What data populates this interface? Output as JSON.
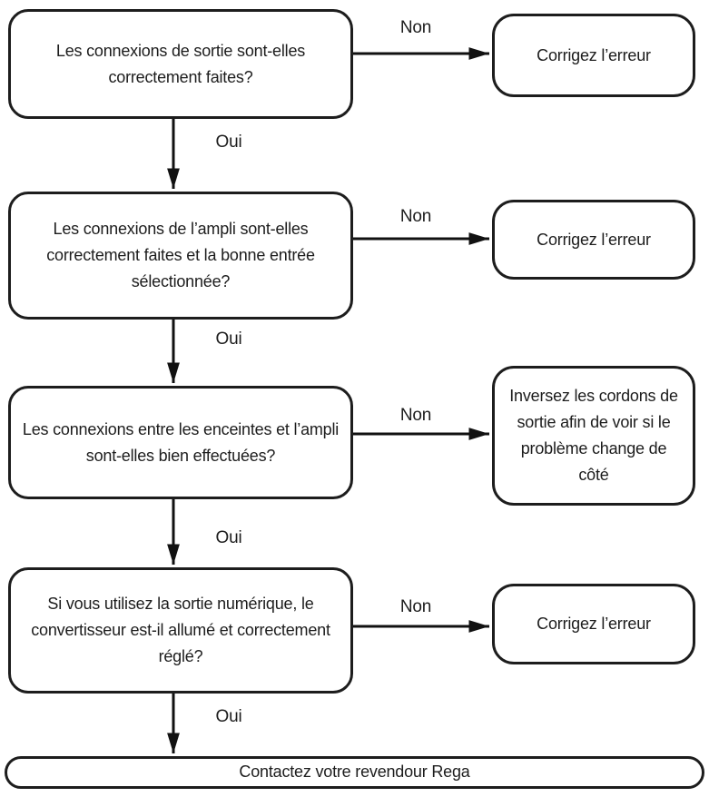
{
  "diagram": {
    "title_hint": "Rega troubleshooting flowchart (French)",
    "decision_nodes": [
      {
        "id": "q1",
        "lines": [
          "Les connexions de sortie sont-elles",
          "correctement faites?"
        ]
      },
      {
        "id": "q2",
        "lines": [
          "Les connexions de l’ampli sont-elles",
          "correctement faites et la bonne entrée",
          "sélectionnée?"
        ]
      },
      {
        "id": "q3",
        "lines": [
          "Les connexions entre les enceintes et l’ampli",
          "sont-elles bien effectuées?"
        ]
      },
      {
        "id": "q4",
        "lines": [
          "Si vous utilisez la sortie numérique, le",
          "convertisseur est-il allumé et correctement",
          "réglé?"
        ]
      }
    ],
    "action_nodes": [
      {
        "id": "a1",
        "lines": [
          "Corrigez l’erreur"
        ]
      },
      {
        "id": "a2",
        "lines": [
          "Corrigez l’erreur"
        ]
      },
      {
        "id": "a3",
        "lines": [
          "Inversez les cordons de",
          "sortie afin de voir si le",
          "problème change de côté"
        ]
      },
      {
        "id": "a4",
        "lines": [
          "Corrigez l’erreur"
        ]
      }
    ],
    "edge_labels": {
      "yes": "Oui",
      "no": "Non"
    },
    "terminal_node": {
      "text": "Contactez votre revendour Rega"
    },
    "colors": {
      "stroke": "#1d1d1d",
      "background": "#ffffff"
    }
  }
}
